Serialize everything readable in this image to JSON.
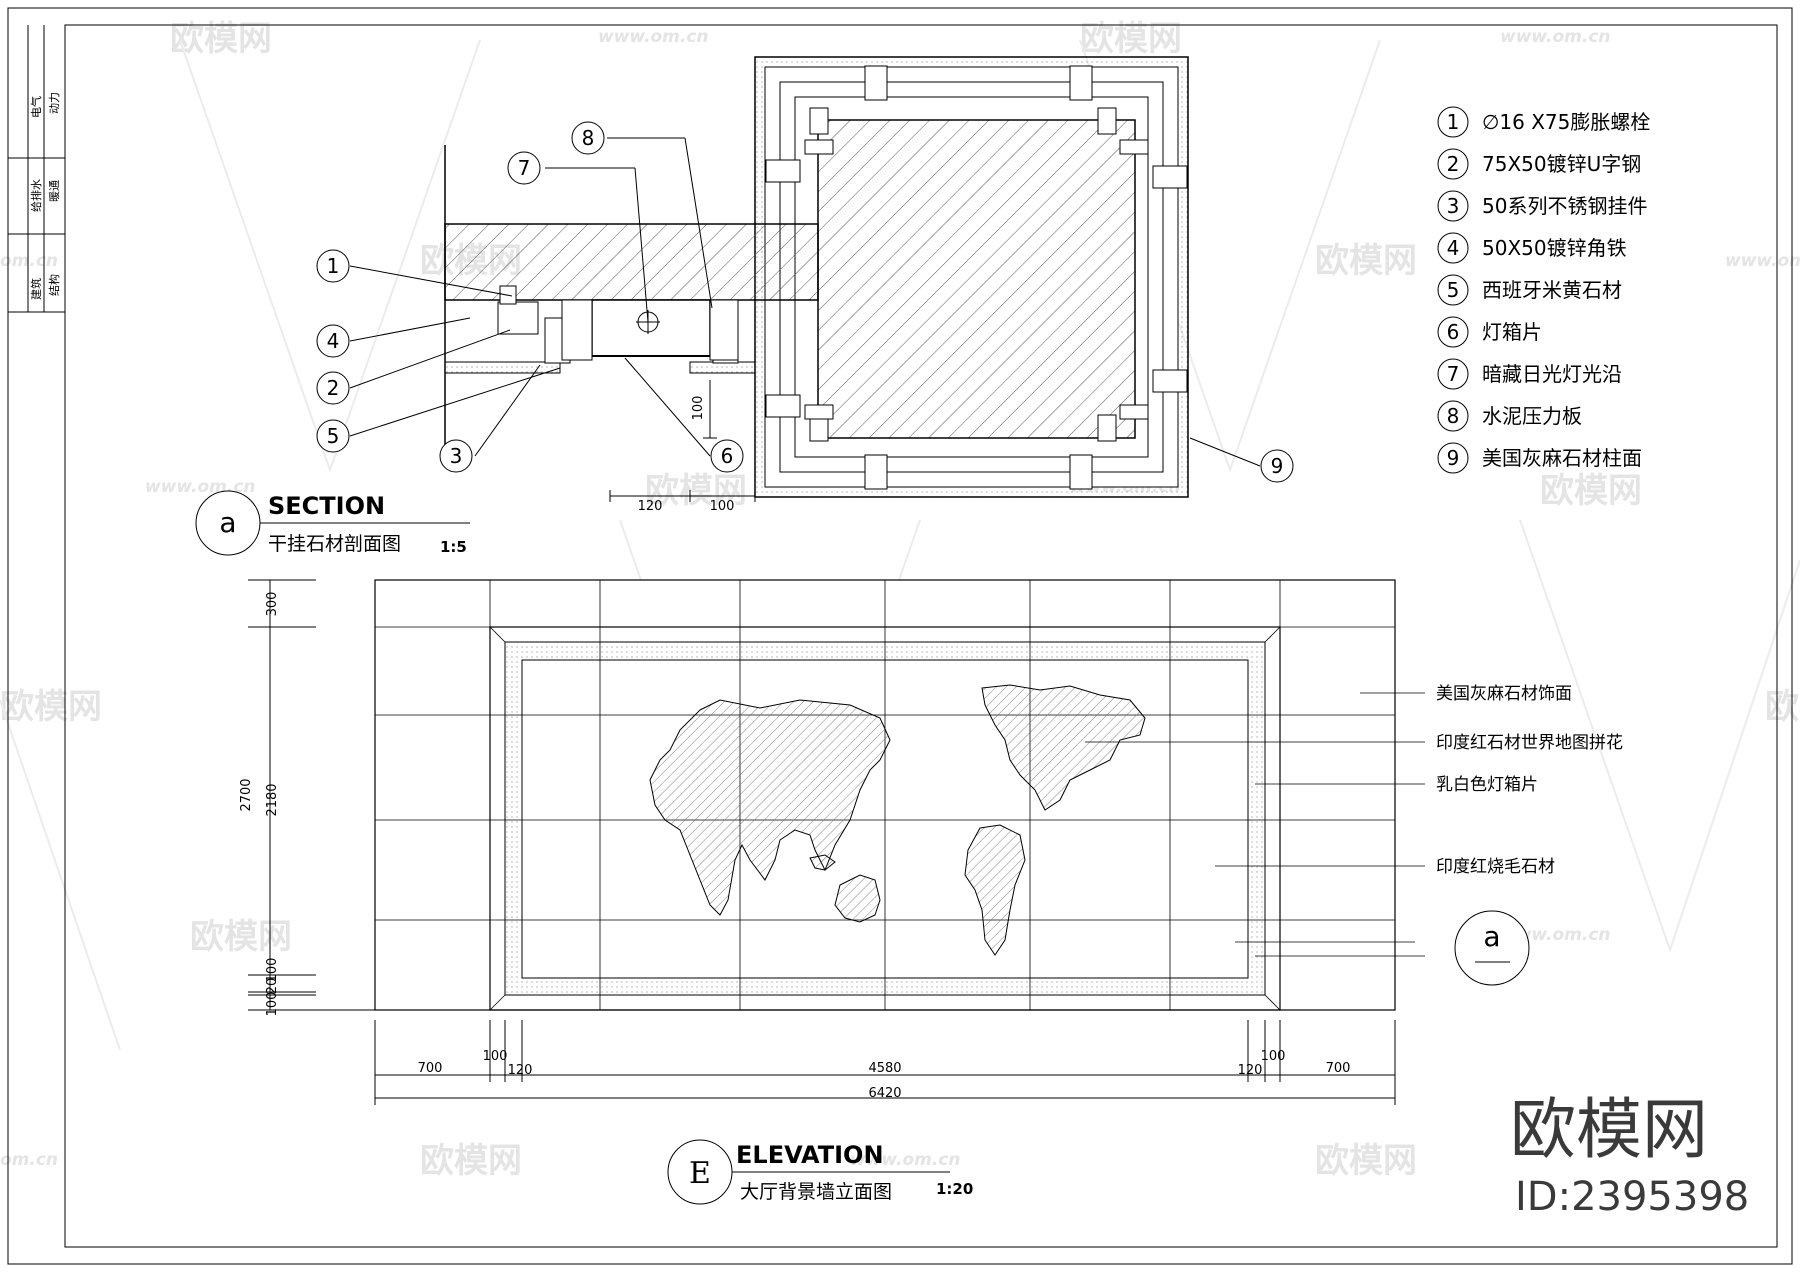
{
  "side_panel": {
    "labels": [
      "电气",
      "动力",
      "给排水",
      "暖通",
      "建筑",
      "结构"
    ]
  },
  "legend": [
    {
      "num": "1",
      "text": "∅16 X75膨胀螺栓"
    },
    {
      "num": "2",
      "text": "75X50镀锌U字钢"
    },
    {
      "num": "3",
      "text": "50系列不锈钢挂件"
    },
    {
      "num": "4",
      "text": "50X50镀锌角铁"
    },
    {
      "num": "5",
      "text": "西班牙米黄石材"
    },
    {
      "num": "6",
      "text": "灯箱片"
    },
    {
      "num": "7",
      "text": "暗藏日光灯光沿"
    },
    {
      "num": "8",
      "text": "水泥压力板"
    },
    {
      "num": "9",
      "text": "美国灰麻石材柱面"
    }
  ],
  "section": {
    "ref": "a",
    "title": "SECTION",
    "subtitle": "干挂石材剖面图",
    "scale": "1:5",
    "callouts": [
      "1",
      "4",
      "2",
      "5",
      "3",
      "7",
      "8",
      "6",
      "9"
    ],
    "dims": {
      "d100_v": "100",
      "d120": "120",
      "d100_h": "100"
    }
  },
  "elevation": {
    "ref": "E",
    "title": "ELEVATION",
    "subtitle": "大厅背景墙立面图",
    "scale": "1:20",
    "section_marker": "a",
    "labels": [
      "美国灰麻石材饰面",
      "印度红石材世界地图拼花",
      "乳白色灯箱片",
      "印度红烧毛石材"
    ],
    "dims_left": {
      "total": "2700",
      "top": "300",
      "middle": "2180",
      "b1": "100",
      "b2": "20",
      "b3": "100"
    },
    "dims_bottom": {
      "l700": "700",
      "l100": "100",
      "l120": "120",
      "center": "4580",
      "r120": "120",
      "r100": "100",
      "r700": "700",
      "total": "6420"
    }
  },
  "watermark": {
    "cn": "欧模网",
    "url": "www.om.cn",
    "url_short": "om.cn",
    "brand": "欧模网",
    "id": "ID:2395398"
  }
}
